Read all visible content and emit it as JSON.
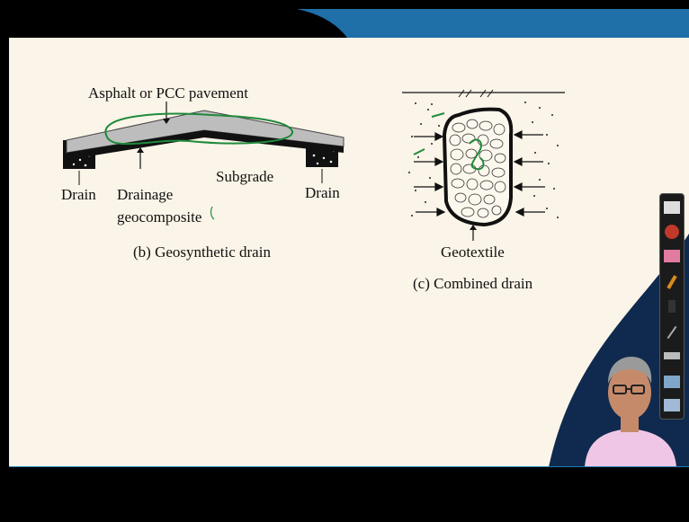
{
  "figure_b": {
    "label_pavement": "Asphalt or PCC pavement",
    "label_drain_left": "Drain",
    "label_drainage_line1": "Drainage",
    "label_drainage_line2": "geocomposite",
    "label_subgrade": "Subgrade",
    "label_drain_right": "Drain",
    "caption": "(b) Geosynthetic drain"
  },
  "figure_c": {
    "label_geotextile": "Geotextile",
    "caption": "(c) Combined drain"
  },
  "colors": {
    "slide_background": "#fbf4e8",
    "header_blue": "#1f6fa8",
    "annotation_green": "#1e8a3a",
    "presenter_shirt": "#f0c6e6"
  },
  "toolbar": {
    "tools": [
      "eraser-tool-icon",
      "pen-red-icon",
      "highlighter-icon",
      "pencil-icon",
      "pointer-icon",
      "line-icon",
      "rectangle-icon",
      "screen-icon",
      "settings-icon"
    ]
  }
}
